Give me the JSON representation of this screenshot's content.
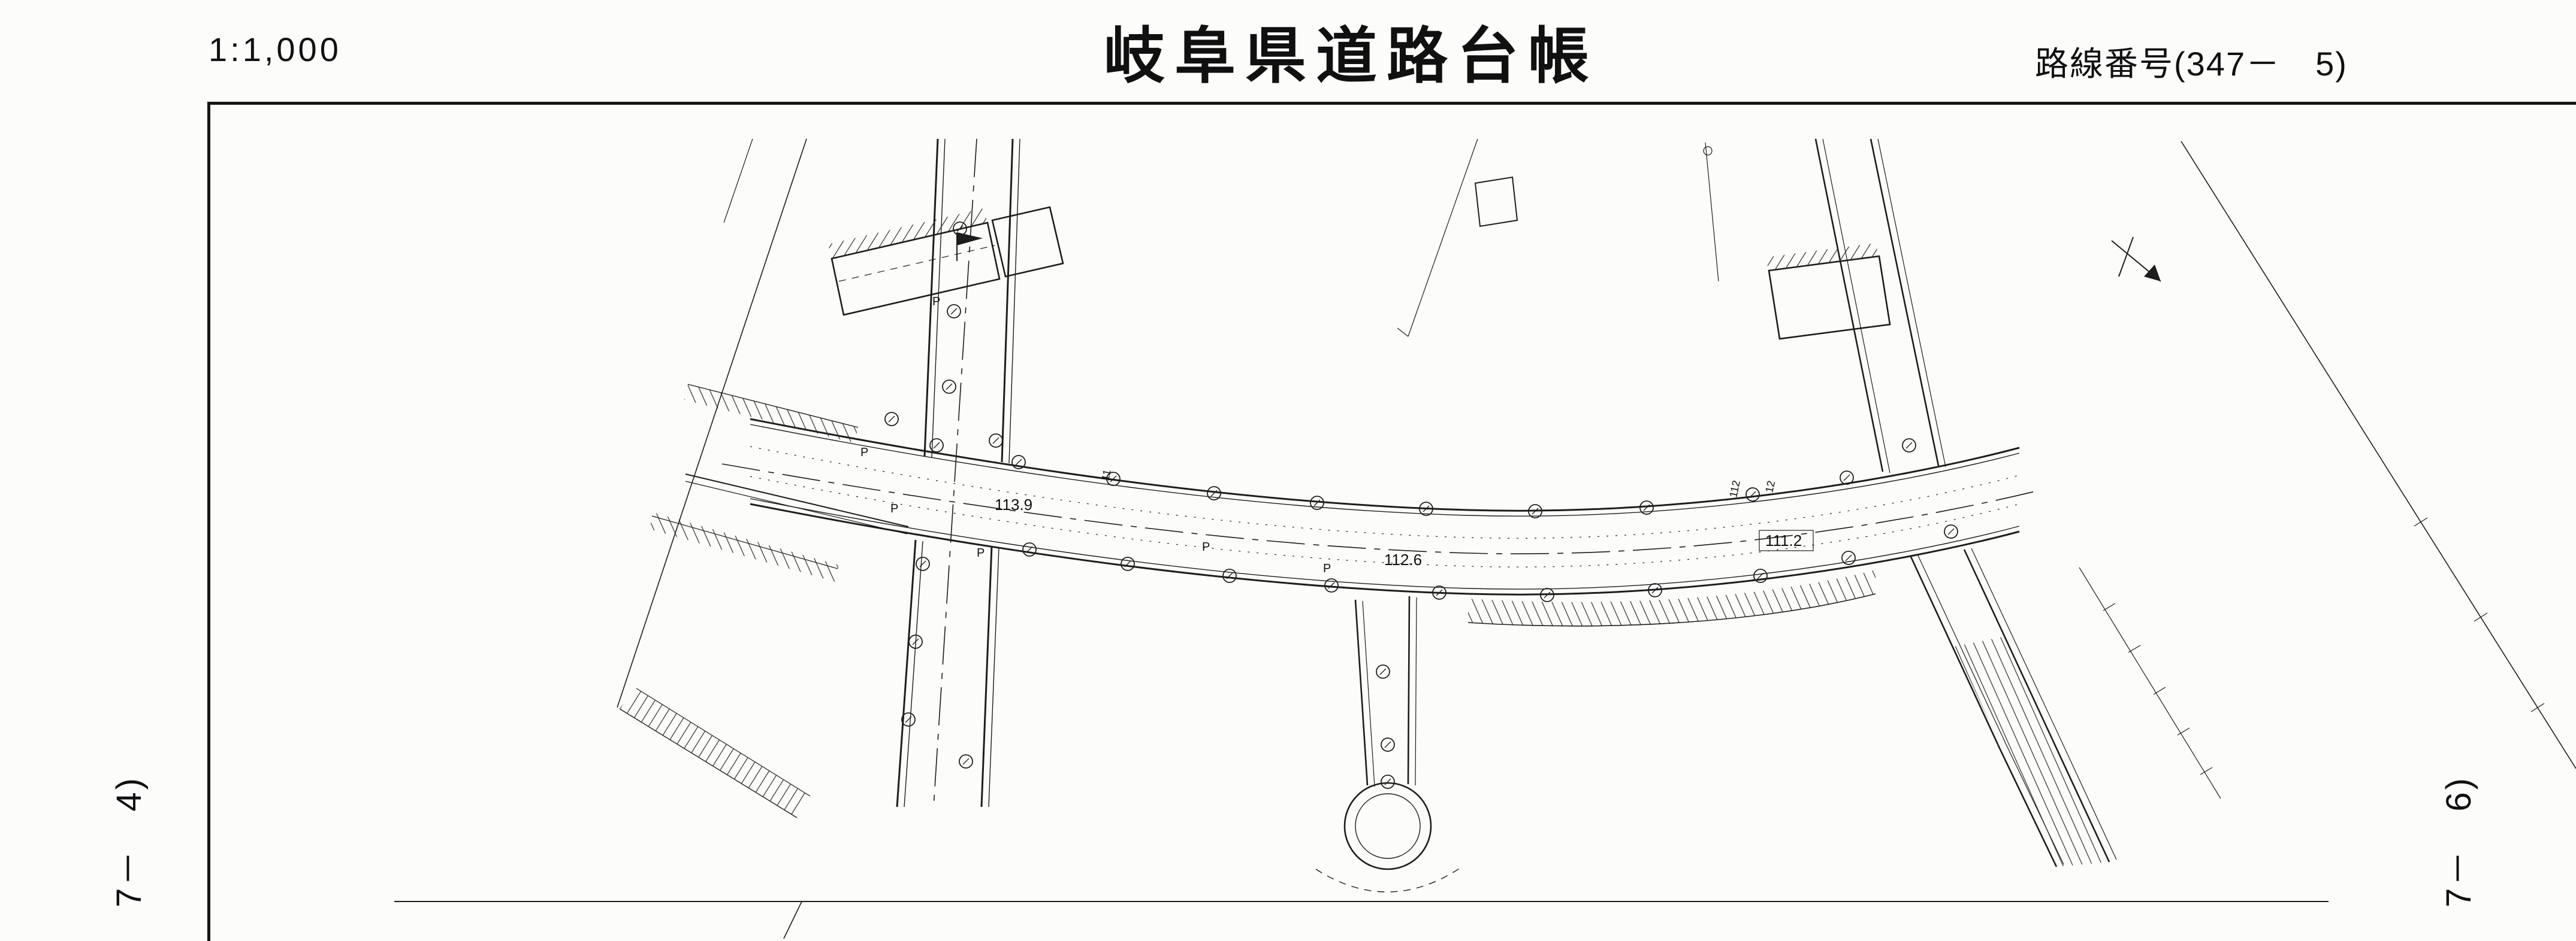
{
  "header": {
    "scale": "1:1,000",
    "title": "岐阜県道路台帳",
    "route_number": "路線番号(347－　5)"
  },
  "sheet_refs": {
    "left": "7－　4)",
    "right": "7－　6)"
  },
  "map_labels": {
    "elevations": [
      "113.9",
      "112.6",
      "111.2"
    ],
    "stations": [
      "11",
      "112",
      "12"
    ],
    "pole_mark": "P"
  }
}
